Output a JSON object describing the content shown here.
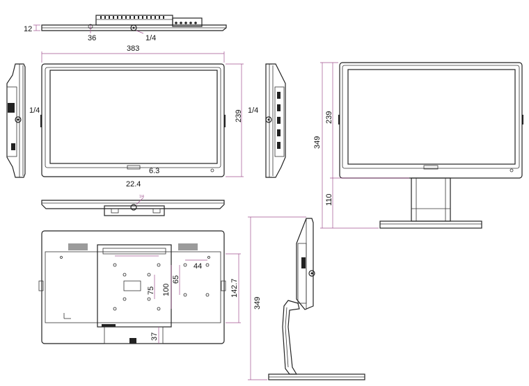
{
  "dimensions": {
    "top_thickness": "12",
    "top_offset": "36",
    "top_thread": "1/4",
    "front_width": "383",
    "front_height": "239",
    "front_left_thread": "1/4",
    "front_right_thread": "1/4",
    "logo_width": "22.4",
    "logo_height": "6.3",
    "stand_screen_height": "239",
    "stand_total_height": "349",
    "stand_base_height": "110",
    "back_vesa_75": "75",
    "back_vesa_100": "100",
    "back_spacing_44": "44",
    "back_spacing_65": "65",
    "back_height_1427": "142.7",
    "back_offset_37": "37",
    "side_total_height": "349"
  },
  "colors": {
    "line": "#222222",
    "dimension": "#a0528f"
  }
}
